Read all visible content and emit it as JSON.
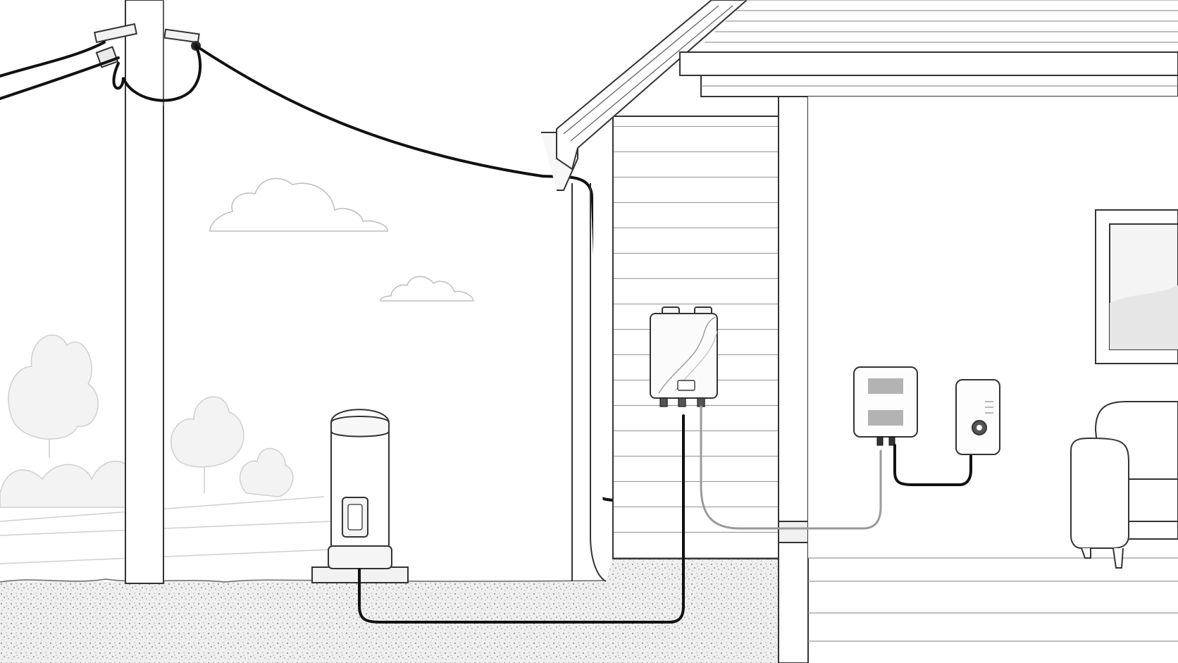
{
  "scene": {
    "background_color": "#ffffff",
    "line_color": "#333333",
    "cable_color": "#111111",
    "light_cable_color": "#9a9a9a",
    "ground_color": "#d9d9d9",
    "faint_color": "#c8c8c8"
  },
  "components": [
    {
      "id": "utility-pole",
      "icon": "utility-pole-icon"
    },
    {
      "id": "overhead-service-drop",
      "icon": "aerial-cable-icon"
    },
    {
      "id": "curbside-pedestal",
      "icon": "pedestal-cabinet-icon"
    },
    {
      "id": "network-interface-device",
      "icon": "wall-enclosure-icon"
    },
    {
      "id": "optical-network-terminal",
      "icon": "terminal-box-icon"
    },
    {
      "id": "wifi-router",
      "icon": "router-icon"
    },
    {
      "id": "house-cross-section",
      "icon": "house-icon"
    }
  ]
}
